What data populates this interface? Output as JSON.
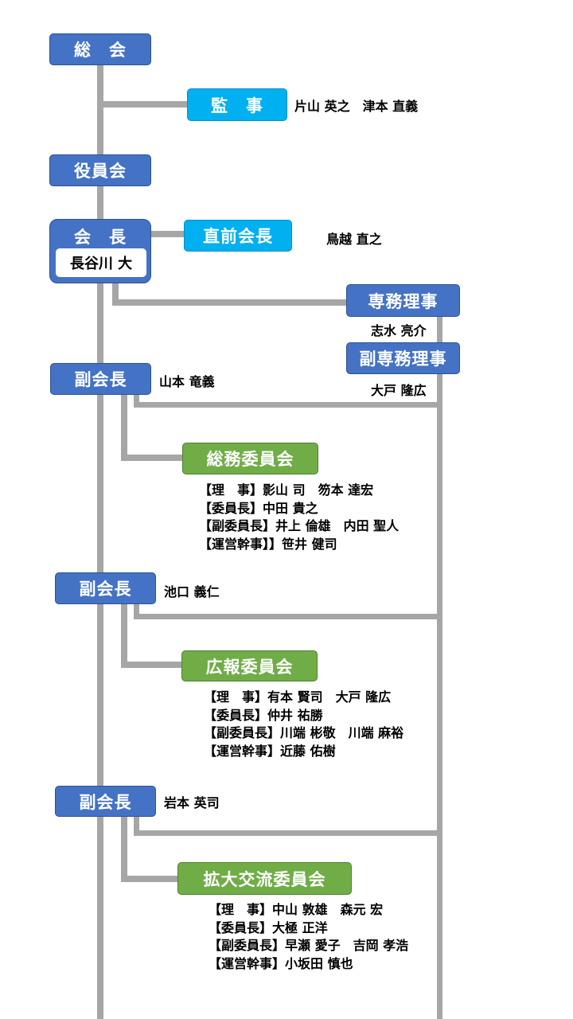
{
  "general_meeting": "総　会",
  "auditor": {
    "label": "監　事",
    "names": "片山 英之　津本 直義"
  },
  "board": "役員会",
  "president": {
    "label": "会　長",
    "name": "長谷川 大"
  },
  "past_president": {
    "label": "直前会長",
    "name": "鳥越 直之"
  },
  "executive_director": {
    "label": "専務理事",
    "name": "志水 亮介"
  },
  "deputy_executive_director": {
    "label": "副専務理事",
    "name": "大戸 隆広"
  },
  "vice_presidents": [
    {
      "label": "副会長",
      "name": "山本 竜義"
    },
    {
      "label": "副会長",
      "name": "池口 義仁"
    },
    {
      "label": "副会長",
      "name": "岩本 英司"
    }
  ],
  "committees": [
    {
      "label": "総務委員会",
      "members": [
        "【理　事】影山 司　笏本 達宏",
        "【委員長】中田 貴之",
        "【副委員長】井上 倫雄　内田 聖人",
        "【運営幹事】】笹井 健司"
      ]
    },
    {
      "label": "広報委員会",
      "members": [
        "【理　事】有本 賢司　大戸 隆広",
        "【委員長】仲井 祐勝",
        "【副委員長】川端 彬敬　川端 麻裕",
        "【運営幹事】近藤 佑樹"
      ]
    },
    {
      "label": "拡大交流委員会",
      "members": [
        "【理　事】中山 敦雄　森元 宏",
        "【委員長】大極 正洋",
        "【副委員長】早瀬 愛子　吉岡 孝浩",
        "【運営幹事】小坂田 慎也"
      ]
    }
  ],
  "colors": {
    "blue": "#4472c4",
    "cyan": "#00b0f0",
    "green": "#70ad47",
    "line": "#a6a6a6"
  }
}
